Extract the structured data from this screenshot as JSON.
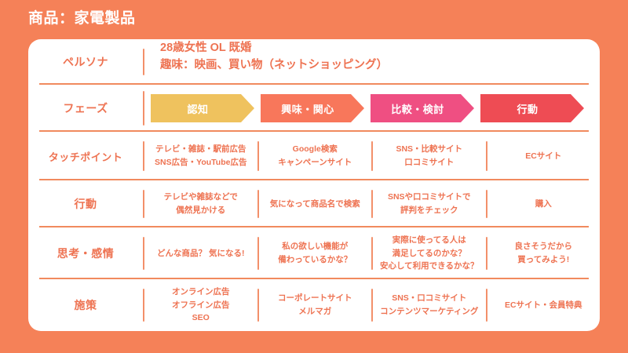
{
  "title": "商品：家電製品",
  "colors": {
    "background": "#F58158",
    "card": "#FFFFFF",
    "text_accent": "#EE7352",
    "divider": "#F18A5E",
    "phase_1": "#EFC25E",
    "phase_2": "#F8775B",
    "phase_3": "#EF4F82",
    "phase_4": "#EE4C54"
  },
  "rows": {
    "persona": {
      "label": "ペルソナ",
      "content": "28歳女性 OL 既婚\n趣味：映画、買い物（ネットショッピング）"
    },
    "phase": {
      "label": "フェーズ",
      "items": [
        {
          "label": "認知",
          "color": "#EFC25E"
        },
        {
          "label": "興味・関心",
          "color": "#F8775B"
        },
        {
          "label": "比較・検討",
          "color": "#EF4F82"
        },
        {
          "label": "行動",
          "color": "#EE4C54"
        }
      ]
    },
    "touchpoint": {
      "label": "タッチポイント",
      "cells": [
        "テレビ・雑誌・駅前広告\nSNS広告・YouTube広告",
        "Google検索\nキャンペーンサイト",
        "SNS・比較サイト\n口コミサイト",
        "ECサイト"
      ]
    },
    "action": {
      "label": "行動",
      "cells": [
        "テレビや雑誌などで\n偶然見かける",
        "気になって商品名で検索",
        "SNSや口コミサイトで\n評判をチェック",
        "購入"
      ]
    },
    "emotion": {
      "label": "思考・感情",
      "cells": [
        "どんな商品？ 気になる!",
        "私の欲しい機能が\n備わっているかな？",
        "実際に使ってる人は\n満足してるのかな？\n安心して利用できるかな？",
        "良さそうだから\n買ってみよう!"
      ]
    },
    "measure": {
      "label": "施策",
      "cells": [
        "オンライン広告\nオフライン広告\nSEO",
        "コーポレートサイト\nメルマガ",
        "SNS・口コミサイト\nコンテンツマーケティング",
        "ECサイト・会員特典"
      ]
    }
  }
}
